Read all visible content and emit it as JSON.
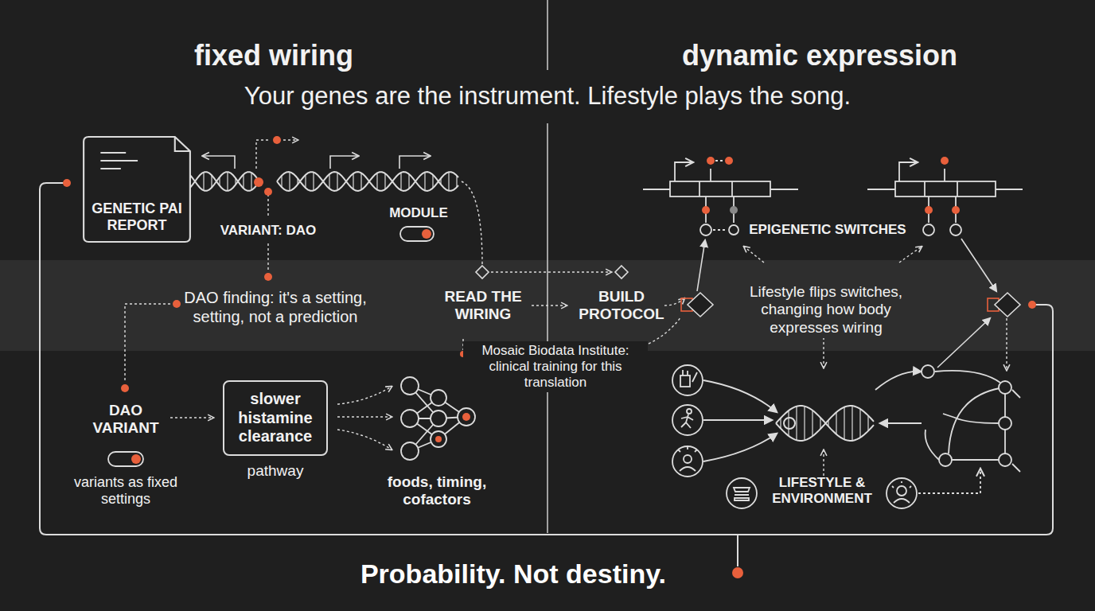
{
  "diagram": {
    "title": "Your genes are the instrument. Lifestyle plays the song.",
    "caption": "Probability. Not destiny.",
    "nodes": [
      {
        "text": [
          "GENETIC PAI REPORT"
        ]
      },
      {
        "text": [
          "slower histamine clearance",
          "pathway"
        ]
      }
    ],
    "labels": [
      "fixed wiring",
      "dynamic expression",
      "VARIANT: DAO",
      "MODULE",
      "DAO finding: it's a setting, setting, not a prediction",
      "READ THE WIRING",
      "BUILD PROTOCOL",
      "Mosaic Biodata Institute: clinical training for this translation",
      "DAO VARIANT",
      "variants as fixed settings",
      "foods, timing, cofactors",
      "EPIGENETIC SWITCHES",
      "Lifestyle flips switches, changing how body expresses wiring",
      "LIFESTYLE & ENVIRONMENT"
    ]
  }
}
